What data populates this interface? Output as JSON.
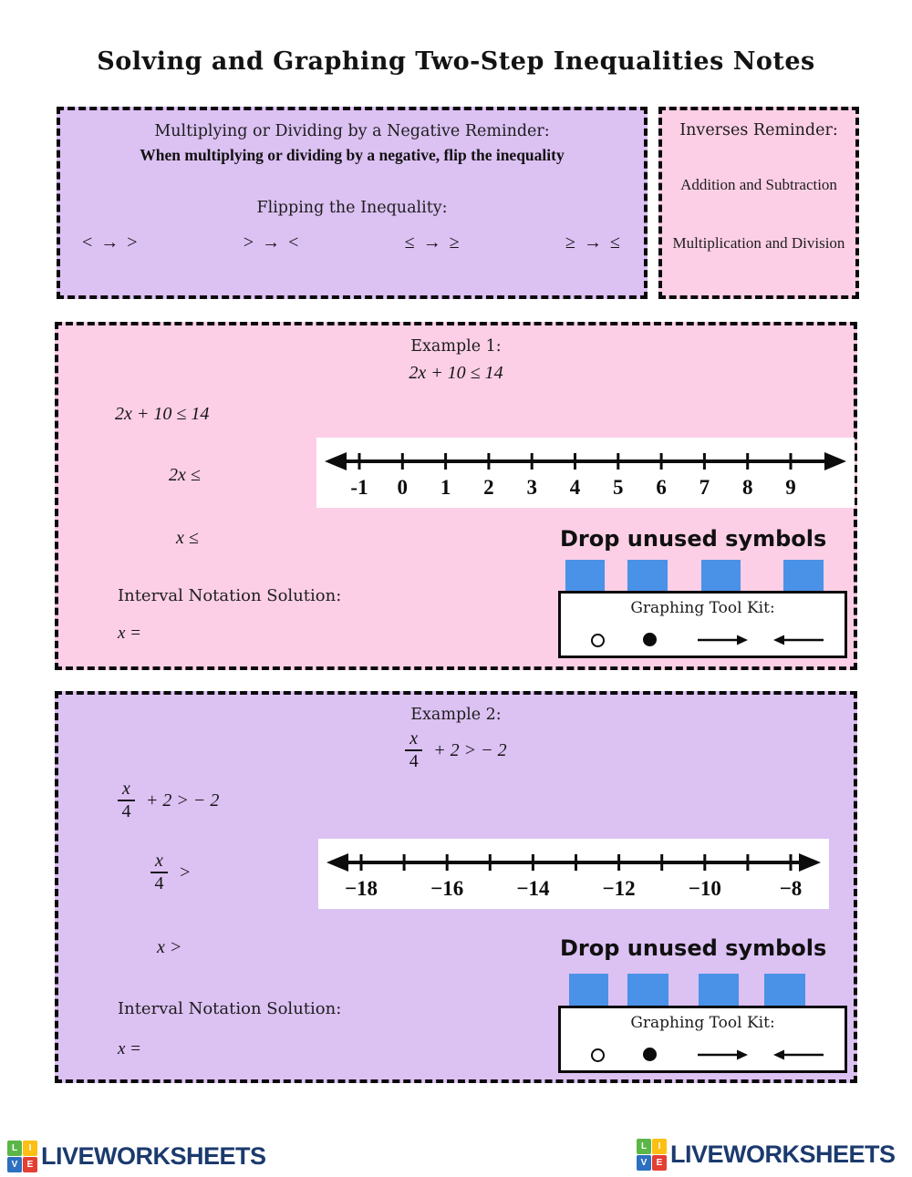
{
  "title": "Solving and Graphing Two-Step Inequalities Notes",
  "colors": {
    "purple_box": "#dcc1f3",
    "pink_box": "#fccfe6",
    "chip_blue": "#4a91e8",
    "logo_navy": "#1b3a6e",
    "tile_green": "#5bb647",
    "tile_yellow": "#fcbf12",
    "tile_blue": "#2d6fc0",
    "tile_red": "#e33f34"
  },
  "negative_reminder": {
    "title": "Multiplying or Dividing by a Negative Reminder:",
    "rule": "When multiplying or dividing by a negative, flip the inequality",
    "flip_title": "Flipping the Inequality:",
    "flips": [
      "< → >",
      "> → <",
      "≤ → ≥",
      "≥ → ≤"
    ]
  },
  "inverses_reminder": {
    "title": "Inverses Reminder:",
    "items": [
      "Addition and Subtraction",
      "Multiplication and Division"
    ]
  },
  "example1": {
    "label": "Example 1:",
    "problem": "2x + 10 ≤ 14",
    "step1": "2x + 10 ≤ 14",
    "step2": "2x ≤",
    "step3": "x ≤",
    "interval_label": "Interval Notation Solution:",
    "answer_prefix": "x =",
    "drop_label": "Drop unused symbols",
    "toolkit": {
      "title": "Graphing Tool Kit:",
      "symbols": [
        "open-circle",
        "closed-circle",
        "ray-right",
        "ray-left"
      ]
    },
    "number_line": {
      "ticks": 11,
      "label_every": 1,
      "labels": [
        "-1",
        "0",
        "1",
        "2",
        "3",
        "4",
        "5",
        "6",
        "7",
        "8",
        "9"
      ]
    }
  },
  "example2": {
    "label": "Example 2:",
    "problem": {
      "num": "x",
      "den": "4",
      "rest": " + 2 > − 2"
    },
    "step1": {
      "num": "x",
      "den": "4",
      "rest": " + 2 > − 2"
    },
    "step2": {
      "num": "x",
      "den": "4",
      "rest": " >"
    },
    "step3": "x >",
    "interval_label": "Interval Notation Solution:",
    "answer_prefix": "x =",
    "drop_label": "Drop unused symbols",
    "toolkit": {
      "title": "Graphing Tool Kit:",
      "symbols": [
        "open-circle",
        "closed-circle",
        "ray-right",
        "ray-left"
      ]
    },
    "number_line": {
      "ticks": 11,
      "label_every": 2,
      "labels": [
        "−18",
        "−16",
        "−14",
        "−12",
        "−10",
        "−8"
      ]
    }
  },
  "footer": {
    "brand": "LIVEWORKSHEETS",
    "tiles": [
      "L",
      "I",
      "V",
      "E"
    ]
  }
}
